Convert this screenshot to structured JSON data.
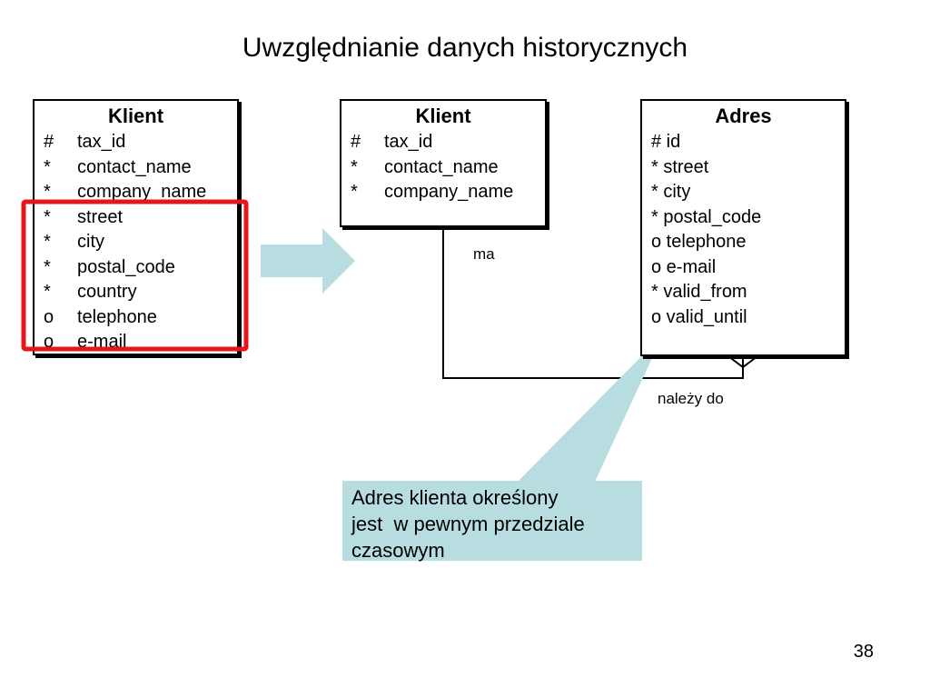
{
  "title": "Uwzględnianie danych historycznych",
  "entities": {
    "klient_before": {
      "name": "Klient",
      "attributes": [
        {
          "symbol": "#",
          "name": "tax_id"
        },
        {
          "symbol": "*",
          "name": "contact_name"
        },
        {
          "symbol": "*",
          "name": "company_name"
        },
        {
          "symbol": "*",
          "name": "street"
        },
        {
          "symbol": "*",
          "name": "city"
        },
        {
          "symbol": "*",
          "name": "postal_code"
        },
        {
          "symbol": "*",
          "name": "country"
        },
        {
          "symbol": "o",
          "name": "telephone"
        },
        {
          "symbol": "o",
          "name": "e-mail"
        }
      ]
    },
    "klient_after": {
      "name": "Klient",
      "attributes": [
        {
          "symbol": "#",
          "name": "tax_id"
        },
        {
          "symbol": "*",
          "name": "contact_name"
        },
        {
          "symbol": "*",
          "name": "company_name"
        }
      ]
    },
    "adres": {
      "name": "Adres",
      "attributes": [
        "# id",
        "* street",
        "* city",
        "* postal_code",
        "o telephone",
        "o e-mail",
        "* valid_from",
        "o valid_until"
      ]
    }
  },
  "relationship": {
    "klient_side_label": "ma",
    "adres_side_label": "należy do"
  },
  "callout": {
    "lines": [
      "Adres klienta określony",
      "jest  w pewnym przedziale",
      "czasowym"
    ]
  },
  "page_number": "38",
  "colors": {
    "highlight_border": "#e8141c",
    "arrow_fill": "#b7dde1",
    "callout_fill": "#b7dde1"
  }
}
